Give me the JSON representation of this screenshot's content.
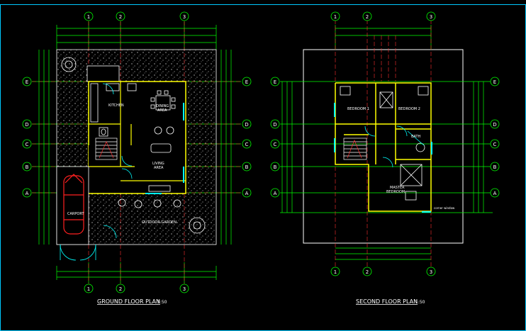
{
  "drawing": {
    "colors": {
      "background": "#000000",
      "frame": "#00c8ff",
      "grid": "#00ff00",
      "walls": "#ffff00",
      "axis": "#ff3030",
      "doors": "#00ffff",
      "white": "#ffffff",
      "car": "#ff2020"
    },
    "ground_plan": {
      "title": "GROUND FLOOR PLAN",
      "scale": "1:50",
      "col_axes": [
        "1",
        "2",
        "3"
      ],
      "row_axes": [
        "E",
        "D",
        "C",
        "B",
        "A"
      ],
      "room_labels": {
        "kitchen": "KITCHEN",
        "dining_1": "DINING",
        "dining_2": "AREA",
        "living_1": "LIVING",
        "living_2": "AREA",
        "carport": "CARPORT",
        "outdoor": "OUTDOOR GARDEN"
      }
    },
    "second_plan": {
      "title": "SECOND FLOOR PLAN",
      "scale": "1:50",
      "col_axes": [
        "1",
        "2",
        "3"
      ],
      "row_axes": [
        "E",
        "D",
        "C",
        "B",
        "A"
      ],
      "room_labels": {
        "bedroom_1": "BEDROOM 1",
        "bedroom_2": "BEDROOM 2",
        "bath": "BATH",
        "master_1": "MASTER",
        "master_2": "BEDROOM",
        "note": "corner window"
      }
    }
  }
}
